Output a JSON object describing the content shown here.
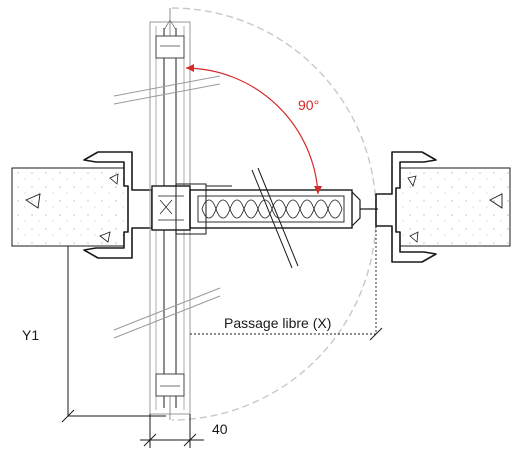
{
  "labels": {
    "angle": "90°",
    "passage": "Passage libre (X)",
    "y1": "Y1",
    "dim_40": "40"
  },
  "colors": {
    "line": "#1a1a1a",
    "arc_angle": "#d42a2a",
    "swing_arc": "#c8c8c8",
    "glass": "#bdbdbd",
    "wall_fill": "#ffffff"
  }
}
